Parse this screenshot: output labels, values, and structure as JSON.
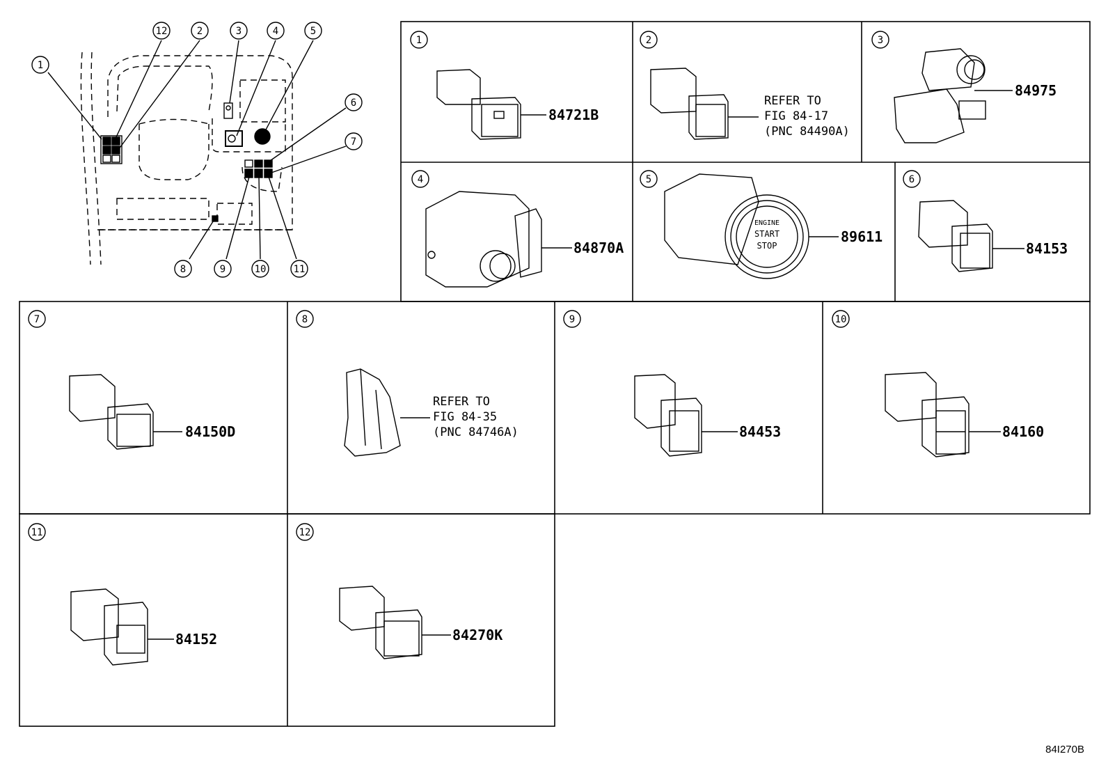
{
  "overview": {
    "callouts": [
      "1",
      "2",
      "3",
      "4",
      "5",
      "6",
      "7",
      "8",
      "9",
      "10",
      "11",
      "12"
    ]
  },
  "panels": [
    {
      "id": "1",
      "part": "84721B",
      "ref": null
    },
    {
      "id": "2",
      "part": null,
      "ref": [
        "REFER TO",
        "FIG 84-17",
        "(PNC 84490A)"
      ]
    },
    {
      "id": "3",
      "part": "84975",
      "ref": null
    },
    {
      "id": "4",
      "part": "84870A",
      "ref": null
    },
    {
      "id": "5",
      "part": "89611",
      "ref": null
    },
    {
      "id": "6",
      "part": "84153",
      "ref": null
    },
    {
      "id": "7",
      "part": "84150D",
      "ref": null
    },
    {
      "id": "8",
      "part": null,
      "ref": [
        "REFER TO",
        "FIG 84-35",
        "(PNC 84746A)"
      ]
    },
    {
      "id": "9",
      "part": "84453",
      "ref": null
    },
    {
      "id": "10",
      "part": "84160",
      "ref": null
    },
    {
      "id": "11",
      "part": "84152",
      "ref": null
    },
    {
      "id": "12",
      "part": "84270K",
      "ref": null
    }
  ],
  "start_button_text": [
    "ENGINE",
    "START",
    "STOP"
  ],
  "figure_code": "84I270B"
}
